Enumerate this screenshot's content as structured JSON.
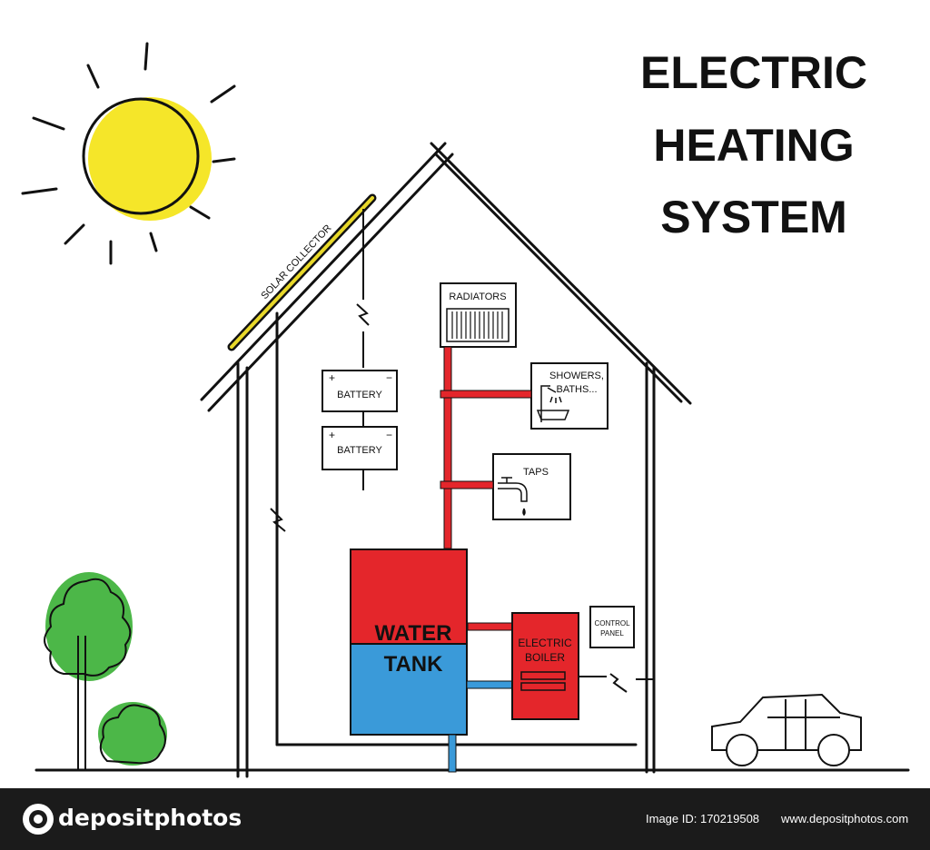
{
  "title": {
    "line1": "ELECTRIC",
    "line2": "HEATING",
    "line3": "SYSTEM"
  },
  "labels": {
    "solar_collector": "SOLAR COLLECTOR",
    "radiators": "RADIATORS",
    "showers_line1": "SHOWERS,",
    "showers_line2": "BATHS...",
    "taps": "TAPS",
    "battery_1": "BATTERY",
    "battery_2": "BATTERY",
    "water_tank_line1": "WATER",
    "water_tank_line2": "TANK",
    "boiler_line1": "ELECTRIC",
    "boiler_line2": "BOILER",
    "control_panel_line1": "CONTROL",
    "control_panel_line2": "PANEL"
  },
  "footer": {
    "brand": "depositphotos",
    "image_id": "Image ID: 170219508",
    "url": "www.depositphotos.com"
  },
  "colors": {
    "sun": "#f5e629",
    "hot_water": "#e4262b",
    "cold_water": "#3a9ad9",
    "tree": "#4cb748",
    "solar_panel": "#e8d82a",
    "footer_bg": "#1b1b1b"
  }
}
